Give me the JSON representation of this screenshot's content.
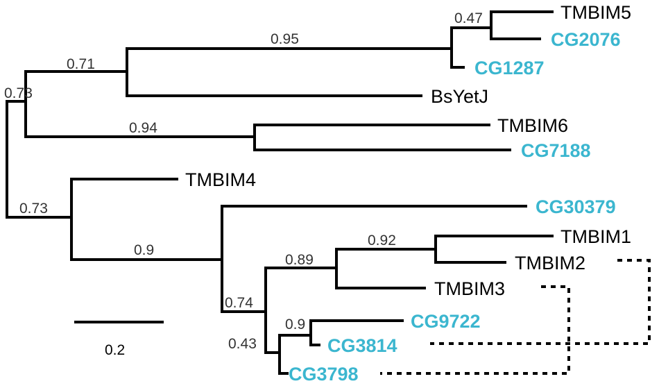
{
  "tree": {
    "highlight_color": "#3bb6cf",
    "taxa": [
      {
        "key": "tmbim5",
        "label": "TMBIM5",
        "highlight": false
      },
      {
        "key": "cg2076",
        "label": "CG2076",
        "highlight": true
      },
      {
        "key": "cg1287",
        "label": "CG1287",
        "highlight": true
      },
      {
        "key": "bsyetj",
        "label": "BsYetJ",
        "highlight": false
      },
      {
        "key": "tmbim6",
        "label": "TMBIM6",
        "highlight": false
      },
      {
        "key": "cg7188",
        "label": "CG7188",
        "highlight": true
      },
      {
        "key": "tmbim4",
        "label": "TMBIM4",
        "highlight": false
      },
      {
        "key": "cg30379",
        "label": "CG30379",
        "highlight": true
      },
      {
        "key": "tmbim1",
        "label": "TMBIM1",
        "highlight": false
      },
      {
        "key": "tmbim2",
        "label": "TMBIM2",
        "highlight": false
      },
      {
        "key": "tmbim3",
        "label": "TMBIM3",
        "highlight": false
      },
      {
        "key": "cg9722",
        "label": "CG9722",
        "highlight": true
      },
      {
        "key": "cg3814",
        "label": "CG3814",
        "highlight": true
      },
      {
        "key": "cg3798",
        "label": "CG3798",
        "highlight": true
      }
    ],
    "support_values": {
      "root_upper": "0.73",
      "node_a": "0.71",
      "node_a1": "0.95",
      "node_a1a": "0.47",
      "node_b": "0.94",
      "node_c": "0.73",
      "node_c2": "0.9",
      "node_c2b": "0.74",
      "node_c2b1": "0.89",
      "node_c2b1a": "0.92",
      "node_c2b2": "0.43",
      "node_c2b2a": "0.9"
    },
    "scale_bar": {
      "label": "0.2"
    },
    "paired_links": [
      {
        "from": "TMBIM2",
        "to": "CG3814"
      },
      {
        "from": "TMBIM3",
        "to": "CG3798"
      }
    ]
  }
}
